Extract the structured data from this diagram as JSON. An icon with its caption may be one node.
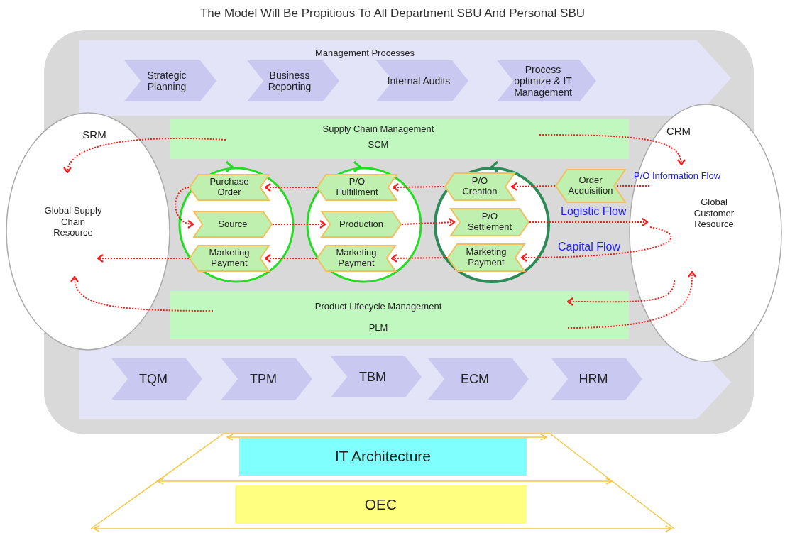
{
  "diagram": {
    "title": "The Model Will Be Propitious To All Department SBU And Personal SBU",
    "nodes": [
      {
        "text": [
          "Management Processes"
        ]
      },
      {
        "text": [
          "Strategic Planning"
        ],
        "in": 0
      },
      {
        "text": [
          "Business Reporting"
        ],
        "in": 0
      },
      {
        "text": [
          "Internal Audits"
        ],
        "in": 0
      },
      {
        "text": [
          "Process optimize & IT Management"
        ],
        "in": 0
      },
      {
        "text": [
          "Supply Chain Management",
          "SCM"
        ]
      },
      {
        "text": [
          "SRM",
          "Global Supply Chain Resource"
        ]
      },
      {
        "text": [
          "CRM",
          "Global Customer Resource"
        ]
      },
      {
        "text": [],
        "shape": "circle"
      },
      {
        "text": [
          "Purchase Order"
        ],
        "in": 8
      },
      {
        "text": [
          "Source"
        ],
        "in": 8
      },
      {
        "text": [
          "Marketing Payment"
        ],
        "in": 8
      },
      {
        "text": [],
        "shape": "circle"
      },
      {
        "text": [
          "P/O Fulfillment"
        ],
        "in": 12
      },
      {
        "text": [
          "Production"
        ],
        "in": 12
      },
      {
        "text": [
          "Marketing Payment"
        ],
        "in": 12
      },
      {
        "text": [],
        "shape": "circle"
      },
      {
        "text": [
          "P/O Creation"
        ],
        "in": 16
      },
      {
        "text": [
          "P/O Settlement"
        ],
        "in": 16
      },
      {
        "text": [
          "Marketing Payment"
        ],
        "in": 16
      },
      {
        "text": [
          "Order Acquisition"
        ]
      },
      {
        "text": [
          "Product Lifecycle Management",
          "PLM"
        ]
      },
      {
        "text": [],
        "shape": "band"
      },
      {
        "text": [
          "TQM"
        ],
        "in": 22
      },
      {
        "text": [
          "TPM"
        ],
        "in": 22
      },
      {
        "text": [
          "TBM"
        ],
        "in": 22
      },
      {
        "text": [
          "ECM"
        ],
        "in": 22
      },
      {
        "text": [
          "HRM"
        ],
        "in": 22
      },
      {
        "text": [
          "IT Architecture"
        ]
      },
      {
        "text": [
          "OEC"
        ]
      }
    ],
    "edges": [
      {
        "from": 5,
        "to": 6,
        "arrow": "to"
      },
      {
        "from": 9,
        "to": 10,
        "arrow": "to"
      },
      {
        "from": 13,
        "to": 9,
        "arrow": "to"
      },
      {
        "from": 10,
        "to": 14,
        "arrow": "to"
      },
      {
        "from": 14,
        "to": 18,
        "arrow": "to"
      },
      {
        "from": 17,
        "to": 13,
        "arrow": "to"
      },
      {
        "from": 20,
        "to": 17,
        "arrow": "to"
      },
      {
        "from": 7,
        "to": 20,
        "arrow": "none",
        "label": "P/O Information Flow"
      },
      {
        "from": 18,
        "to": 7,
        "arrow": "to",
        "label": "Logistic Flow"
      },
      {
        "from": 7,
        "to": 19,
        "arrow": "to",
        "label": "Capital Flow"
      },
      {
        "from": 19,
        "to": 15,
        "arrow": "to"
      },
      {
        "from": 15,
        "to": 11,
        "arrow": "to"
      },
      {
        "from": 11,
        "to": 6,
        "arrow": "to"
      },
      {
        "from": 21,
        "to": 6,
        "arrow": "to"
      },
      {
        "from": 5,
        "to": 7,
        "arrow": "to"
      },
      {
        "from": 7,
        "to": 21,
        "arrow": "to"
      },
      {
        "from": 21,
        "to": 7,
        "arrow": "to"
      }
    ]
  }
}
